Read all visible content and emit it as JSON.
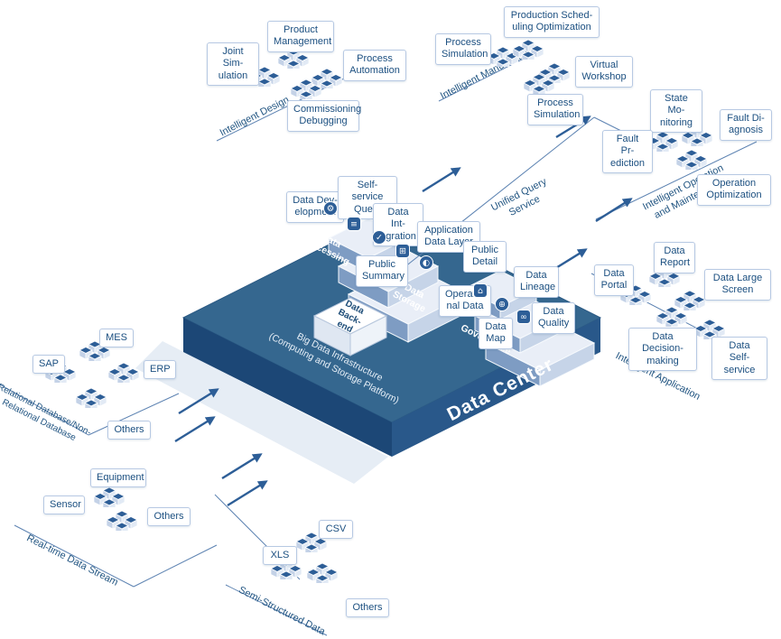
{
  "platform": {
    "title": "Data Center",
    "subtitle": "Big Data Infrastructure\n(Computing and Storage Platform)"
  },
  "stacks": {
    "processing": "Data\nProcessing",
    "storage": "Data\nStorage",
    "backend": "Data\nBack-\nend",
    "governance": "Data\nGovernance"
  },
  "categories": [
    {
      "label": "Intelligent Design"
    },
    {
      "label": "Intelligent Manufacturing"
    },
    {
      "label": "Unified Query\nService"
    },
    {
      "label": "Intelligent Operation\nand Maintenance"
    },
    {
      "label": "Intelligent Application"
    },
    {
      "label": "Relational Database/Non-\nRelational Database"
    },
    {
      "label": "Real-time Data Stream"
    },
    {
      "label": "Semi-Structured Data"
    }
  ],
  "nodes": [
    {
      "label": "Joint Sim-\nulation"
    },
    {
      "label": "Product\nManagement"
    },
    {
      "label": "Process\nAutomation"
    },
    {
      "label": "Commissioning\nDebugging"
    },
    {
      "label": "Process\nSimulation"
    },
    {
      "label": "Production Sched-\nuling Optimization"
    },
    {
      "label": "Virtual\nWorkshop"
    },
    {
      "label": "Process\nSimulation"
    },
    {
      "label": "State Mo-\nnitoring"
    },
    {
      "label": "Fault Di-\nagnosis"
    },
    {
      "label": "Fault Pr-\nediction"
    },
    {
      "label": "Operation\nOptimization"
    },
    {
      "label": "Data\nReport"
    },
    {
      "label": "Data Large\nScreen"
    },
    {
      "label": "Data\nPortal"
    },
    {
      "label": "Data Decision-\nmaking"
    },
    {
      "label": "Data Self-\nservice"
    },
    {
      "label": "SAP"
    },
    {
      "label": "MES"
    },
    {
      "label": "ERP"
    },
    {
      "label": "Others"
    },
    {
      "label": "Equipment"
    },
    {
      "label": "Sensor"
    },
    {
      "label": "Others"
    },
    {
      "label": "XLS"
    },
    {
      "label": "CSV"
    },
    {
      "label": "Others"
    },
    {
      "label": "Data Dev-\nelopment"
    },
    {
      "label": "Self-service\nQuery"
    },
    {
      "label": "Data Int-\negration"
    },
    {
      "label": "Application\nData Layer"
    },
    {
      "label": "Public\nSummary"
    },
    {
      "label": "Public\nDetail"
    },
    {
      "label": "Operatio-\nnal Data"
    },
    {
      "label": "Data\nMap"
    },
    {
      "label": "Data\nQuality"
    },
    {
      "label": "Data\nLineage"
    }
  ],
  "chips": [
    {
      "name": "gear-icon",
      "glyph": "⚙"
    },
    {
      "name": "list-icon",
      "glyph": "≡"
    },
    {
      "name": "check-icon",
      "glyph": "✓"
    },
    {
      "name": "grid-icon",
      "glyph": "⊞"
    },
    {
      "name": "contrast-icon",
      "glyph": "◐"
    },
    {
      "name": "home-icon",
      "glyph": "⌂"
    },
    {
      "name": "plus-icon",
      "glyph": "⊕"
    },
    {
      "name": "infinity-icon",
      "glyph": "∞"
    }
  ],
  "colors": {
    "primary": "#1f4e79",
    "platform_top": "#35678f",
    "platform_left": "#1c4776",
    "platform_right": "#29588a",
    "accent_line": "#2d5e97",
    "label_border": "#b7c9e3"
  }
}
